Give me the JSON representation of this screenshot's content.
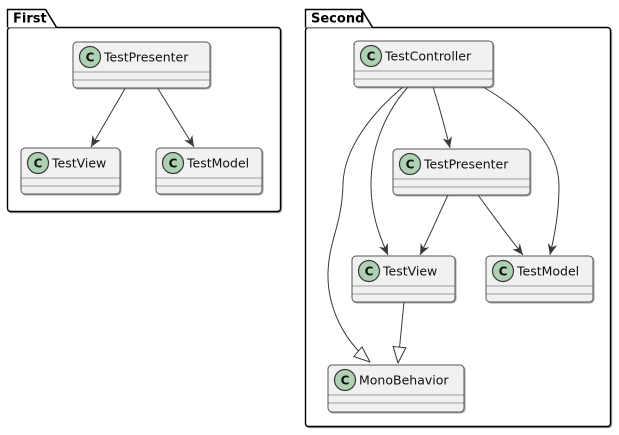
{
  "diagram_type": "uml-class-diagram",
  "packages": [
    {
      "name": "First",
      "classes": [
        {
          "name": "TestPresenter",
          "icon_letter": "C"
        },
        {
          "name": "TestView",
          "icon_letter": "C"
        },
        {
          "name": "TestModel",
          "icon_letter": "C"
        }
      ],
      "relations": [
        {
          "from": "TestPresenter",
          "to": "TestView",
          "type": "directed-association"
        },
        {
          "from": "TestPresenter",
          "to": "TestModel",
          "type": "directed-association"
        }
      ]
    },
    {
      "name": "Second",
      "classes": [
        {
          "name": "TestController",
          "icon_letter": "C"
        },
        {
          "name": "TestPresenter",
          "icon_letter": "C"
        },
        {
          "name": "TestView",
          "icon_letter": "C"
        },
        {
          "name": "TestModel",
          "icon_letter": "C"
        },
        {
          "name": "MonoBehavior",
          "icon_letter": "C"
        }
      ],
      "relations": [
        {
          "from": "TestController",
          "to": "TestPresenter",
          "type": "directed-association"
        },
        {
          "from": "TestController",
          "to": "TestView",
          "type": "directed-association"
        },
        {
          "from": "TestController",
          "to": "TestModel",
          "type": "directed-association"
        },
        {
          "from": "TestController",
          "to": "MonoBehavior",
          "type": "generalization"
        },
        {
          "from": "TestPresenter",
          "to": "TestView",
          "type": "directed-association"
        },
        {
          "from": "TestPresenter",
          "to": "TestModel",
          "type": "directed-association"
        },
        {
          "from": "TestView",
          "to": "MonoBehavior",
          "type": "generalization"
        }
      ]
    }
  ],
  "colors": {
    "background": "#FFFFFF",
    "class_fill": "#F1F1F2",
    "class_border": "#555555",
    "circle_fill": "#ADD1B2",
    "circle_border": "#383838",
    "package_border": "#000000",
    "edge": "#3A3A3A"
  }
}
